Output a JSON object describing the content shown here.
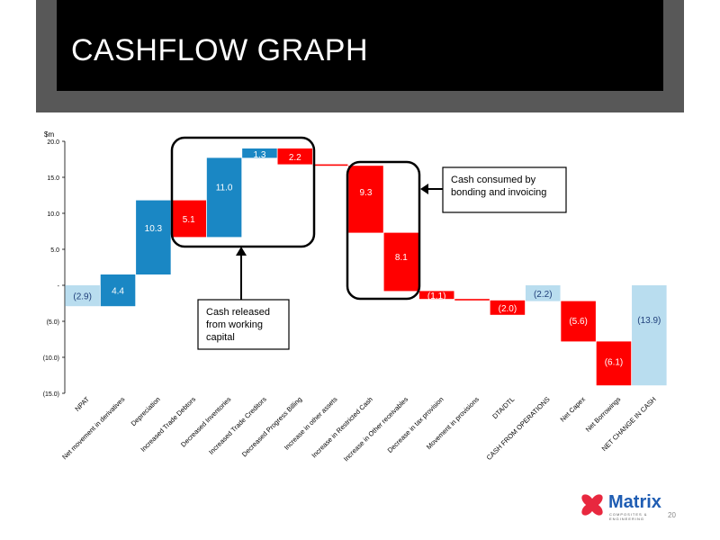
{
  "header": {
    "title": "CASHFLOW GRAPH"
  },
  "chart_data": {
    "type": "bar",
    "subtype": "waterfall",
    "ylabel": "$m",
    "ylim": [
      -15,
      20
    ],
    "yticks": [
      20,
      15,
      10,
      5,
      0,
      -5,
      -10,
      -15
    ],
    "ytick_labels": [
      "20.0",
      "15.0",
      "10.0",
      "5.0",
      "-",
      "(5.0)",
      "(10.0)",
      "(15.0)"
    ],
    "categories": [
      "NPAT",
      "Net movement in derivatives",
      "Depreciation",
      "Increased Trade Debtors",
      "Decreased Inventories",
      "Increased Trade Creditors",
      "Decreased Progress Billing",
      "Increase in other assets",
      "Increase in Restricted Cash",
      "Increase in Other receivables",
      "Decrease in tax provision",
      "Movement in provisions",
      "DTA/DTL",
      "CASH FROM OPERATIONS",
      "Net Capex",
      "Net Borrowings",
      "NET CHANGE IN CASH"
    ],
    "values": [
      -2.9,
      4.4,
      10.3,
      -5.1,
      11.0,
      1.3,
      -2.2,
      -0.2,
      -9.3,
      -8.1,
      -1.1,
      -0.2,
      -2.0,
      -2.2,
      -5.6,
      -6.1,
      -13.9
    ],
    "bar_kind": [
      "total",
      "step",
      "step",
      "step",
      "step",
      "step",
      "step",
      "step",
      "step",
      "step",
      "step",
      "step",
      "step",
      "total",
      "step",
      "step",
      "total"
    ],
    "data_labels": [
      "(2.9)",
      "4.4",
      "10.3",
      "5.1",
      "11.0",
      "1.3",
      "2.2",
      "",
      "9.3",
      "8.1",
      "(1.1)",
      "",
      "(2.0)",
      "(2.2)",
      "(5.6)",
      "(6.1)",
      "(13.9)"
    ],
    "label_color": [
      "#1f3f7a",
      "#ffffff",
      "#ffffff",
      "#ffffff",
      "#ffffff",
      "#ffffff",
      "#ffffff",
      "#ffffff",
      "#ffffff",
      "#ffffff",
      "#ffffff",
      "#ffffff",
      "#ffffff",
      "#1f3f7a",
      "#ffffff",
      "#ffffff",
      "#1f3f7a"
    ],
    "colors": {
      "increase": "#1a87c4",
      "decrease": "#ff0000",
      "total": "#b9ddef"
    },
    "annotations": [
      {
        "text": [
          "Cash released",
          "from working",
          "capital"
        ]
      },
      {
        "text": [
          "Cash consumed by",
          "bonding and invoicing"
        ]
      }
    ]
  },
  "footer": {
    "logo": "Matrix",
    "logo_sub": "COMPOSITES & ENGINEERING",
    "page": "20"
  }
}
